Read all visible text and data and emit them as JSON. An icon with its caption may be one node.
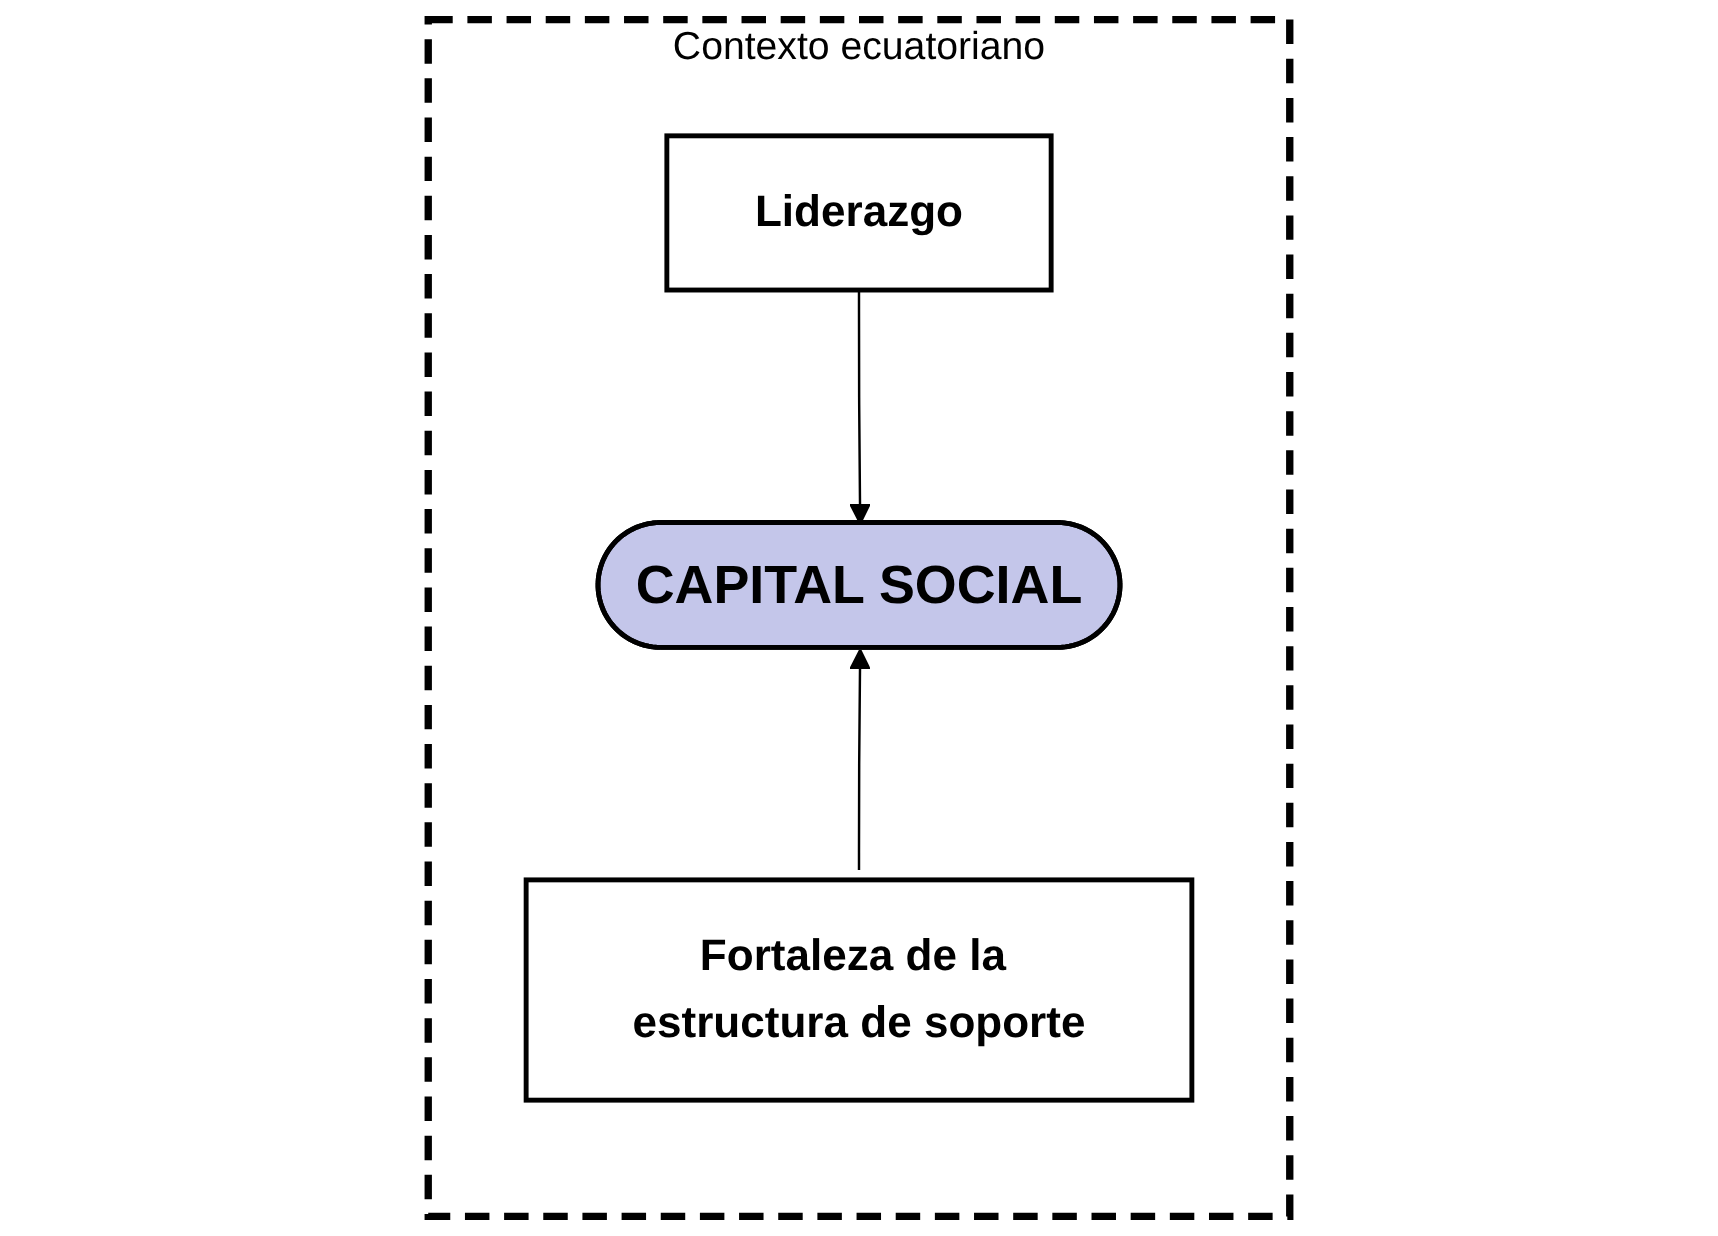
{
  "diagram": {
    "nodes": [
      {
        "text": [
          "Contexto ecuatoriano"
        ]
      },
      {
        "text": [
          "Liderazgo"
        ],
        "in": 0
      },
      {
        "text": [
          "CAPITAL SOCIAL"
        ],
        "in": 0
      },
      {
        "text": [
          "Fortaleza de la estructura de soporte"
        ],
        "in": 0
      }
    ],
    "edges": [
      {
        "from": 1,
        "to": 2,
        "arrow": "to"
      },
      {
        "from": 3,
        "to": 2,
        "arrow": "to"
      }
    ]
  }
}
